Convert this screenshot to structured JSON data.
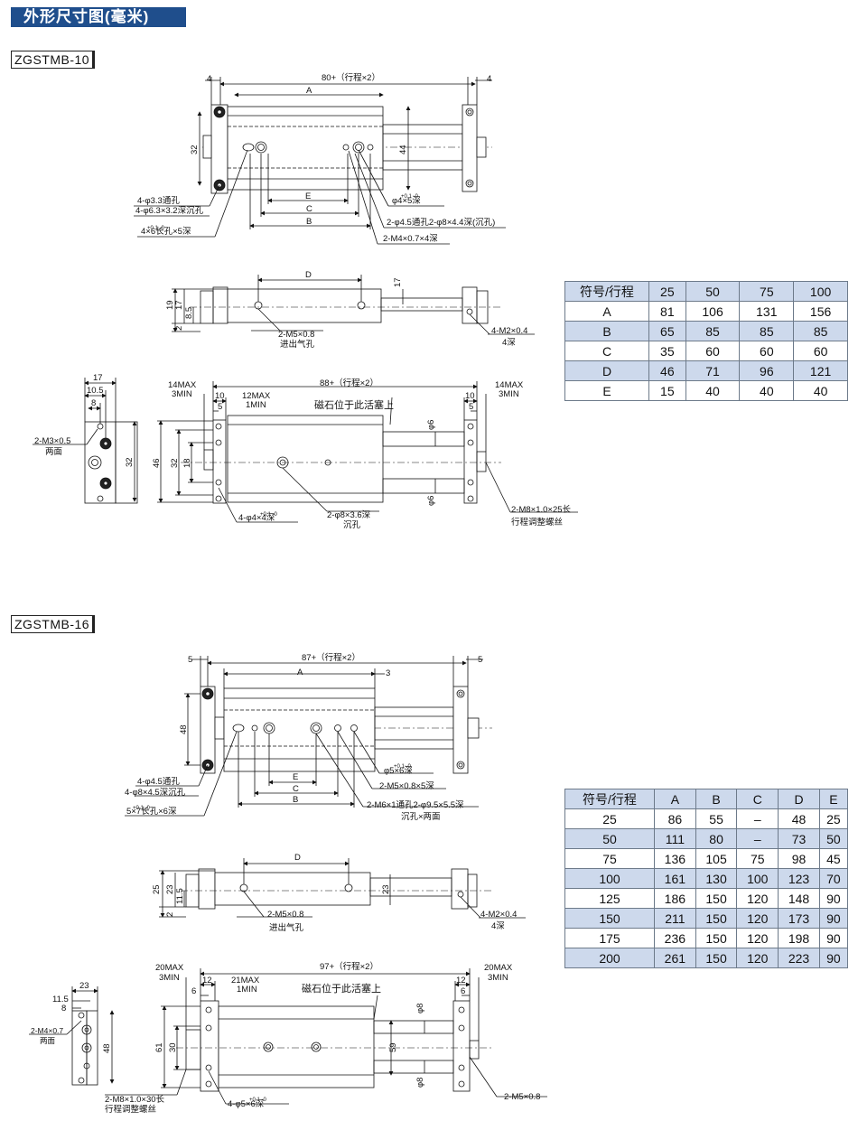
{
  "page": {
    "title": "外形尺寸图(毫米)"
  },
  "sections": [
    {
      "model": "ZGSTMB-10",
      "top_view": {
        "overall": "80+（行程×2）",
        "left_gap": "4",
        "right_gap": "4",
        "dim_a": "A",
        "dim_b": "B",
        "dim_c": "C",
        "dim_e": "E",
        "height_32": "32",
        "height_44": "44",
        "callouts": {
          "holes_1": "4-φ3.3通孔",
          "holes_2": "4-φ6.3×3.2深沉孔",
          "slot": "4×6长孔×5深",
          "slot_tol": "+0.1\n-0",
          "pin_hole": "φ4×5深",
          "pin_tol": "+0.1\n-0",
          "through": "2-φ4.5通孔2-φ8×4.4深(沉孔)",
          "thread": "2-M4×0.7×4深"
        }
      },
      "side_view": {
        "dim_d": "D",
        "h19": "19",
        "h17": "17",
        "h8_5": "8.5",
        "h2": "2",
        "h17r": "17",
        "port": "2-M5×0.8",
        "port_note": "进出气孔",
        "tap": "4-M2×0.4",
        "tap_note": "4深"
      },
      "front_view": {
        "overall": "88+（行程×2）",
        "left_max": "14MAX",
        "left_min": "3MIN",
        "right_max": "14MAX",
        "right_min": "3MIN",
        "gap10l": "10",
        "gap5l": "5",
        "gap10r": "10",
        "gap5r": "5",
        "stop_max": "12MAX",
        "stop_min": "1MIN",
        "magnet": "磁石位于此活塞上",
        "h46": "46",
        "h32": "32",
        "h18": "18",
        "phi6a": "φ6",
        "phi6b": "φ6",
        "pin": "4-φ4×4深",
        "pin_tol": "+0.1\n-0",
        "cb": "2-φ8×3.6深",
        "cb_note": "沉孔",
        "bolt": "2-M8×1.0×25长",
        "bolt_note": "行程调整螺丝"
      },
      "end_view": {
        "w17": "17",
        "w10_5": "10.5",
        "w8": "8",
        "h32": "32",
        "tap": "2-M3×0.5",
        "tap_note": "两面"
      },
      "table": {
        "headers": [
          "符号/行程",
          "25",
          "50",
          "75",
          "100"
        ],
        "rows": [
          [
            "A",
            "81",
            "106",
            "131",
            "156"
          ],
          [
            "B",
            "65",
            "85",
            "85",
            "85"
          ],
          [
            "C",
            "35",
            "60",
            "60",
            "60"
          ],
          [
            "D",
            "46",
            "71",
            "96",
            "121"
          ],
          [
            "E",
            "15",
            "40",
            "40",
            "40"
          ]
        ]
      }
    },
    {
      "model": "ZGSTMB-16",
      "top_view": {
        "overall": "87+（行程×2）",
        "left_gap": "5",
        "right_gap": "5",
        "gap3": "3",
        "dim_a": "A",
        "dim_b": "B",
        "dim_c": "C",
        "dim_e": "E",
        "height_48": "48",
        "callouts": {
          "holes_1": "4-φ4.5通孔",
          "holes_2": "4-φ8×4.5深沉孔",
          "slot": "5×7长孔×6深",
          "slot_tol": "+0.1\n-0",
          "pin_hole": "φ5×6深",
          "pin_tol": "+0.1\n-0",
          "thread": "2-M5×0.8×5深",
          "through": "2-M6×1通孔2-φ9.5×5.5深",
          "through_note": "沉孔×两面"
        }
      },
      "side_view": {
        "dim_d": "D",
        "h25": "25",
        "h23": "23",
        "h11_5": "11.5",
        "h2": "2",
        "h23r": "23",
        "port": "2-M5×0.8",
        "port_note": "进出气孔",
        "tap": "4-M2×0.4",
        "tap_note": "4深"
      },
      "front_view": {
        "overall": "97+（行程×2）",
        "left_max": "20MAX",
        "left_min": "3MIN",
        "right_max": "20MAX",
        "right_min": "3MIN",
        "gap12l": "12",
        "gap6l": "6",
        "gap12r": "12",
        "gap6r": "6",
        "stop_max": "21MAX",
        "stop_min": "1MIN",
        "magnet": "磁石位于此活塞上",
        "h61": "61",
        "h30": "30",
        "h59": "59",
        "phi8a": "φ8",
        "phi8b": "φ8",
        "bolt": "2-M8×1.0×30长",
        "bolt_note": "行程调整螺丝",
        "pin": "4-φ5×6深",
        "pin_tol": "+0.1\n-0",
        "port": "2-M5×0.8"
      },
      "end_view": {
        "w23": "23",
        "w11_5": "11.5",
        "w8": "8",
        "h48": "48",
        "tap": "2-M4×0.7",
        "tap_note": "两面"
      },
      "table": {
        "headers": [
          "符号/行程",
          "A",
          "B",
          "C",
          "D",
          "E"
        ],
        "rows": [
          [
            "25",
            "86",
            "55",
            "–",
            "48",
            "25"
          ],
          [
            "50",
            "111",
            "80",
            "–",
            "73",
            "50"
          ],
          [
            "75",
            "136",
            "105",
            "75",
            "98",
            "45"
          ],
          [
            "100",
            "161",
            "130",
            "100",
            "123",
            "70"
          ],
          [
            "125",
            "186",
            "150",
            "120",
            "148",
            "90"
          ],
          [
            "150",
            "211",
            "150",
            "120",
            "173",
            "90"
          ],
          [
            "175",
            "236",
            "150",
            "120",
            "198",
            "90"
          ],
          [
            "200",
            "261",
            "150",
            "120",
            "223",
            "90"
          ]
        ]
      }
    }
  ]
}
